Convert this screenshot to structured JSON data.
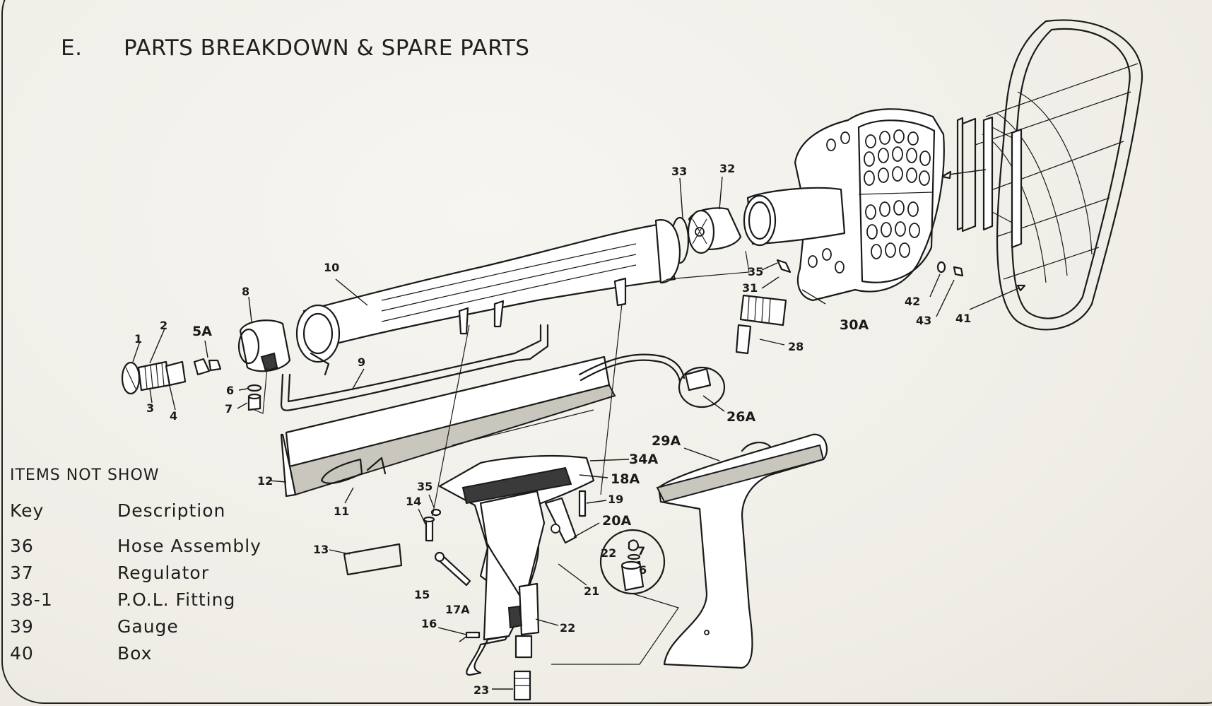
{
  "section": {
    "letter": "E.",
    "title": "PARTS BREAKDOWN & SPARE PARTS"
  },
  "callouts": {
    "c1": "1",
    "c2": "2",
    "c3": "3",
    "c4": "4",
    "c5A": "5A",
    "c6": "6",
    "c7": "7",
    "c8": "8",
    "c9": "9",
    "c10": "10",
    "c11": "11",
    "c12": "12",
    "c13": "13",
    "c14": "14",
    "c15": "15",
    "c16": "16",
    "c17A": "17A",
    "c18A": "18A",
    "c19": "19",
    "c20A": "20A",
    "c21": "21",
    "c22": "22",
    "c22b": "22",
    "c23": "23",
    "c26A": "26A",
    "c28": "28",
    "c29A": "29A",
    "c30A": "30A",
    "c31": "31",
    "c32": "32",
    "c33": "33",
    "c34A": "34A",
    "c35": "35",
    "c35b": "35",
    "c41": "41",
    "c42": "42",
    "c43": "43",
    "c6b": "6",
    "c7b": "7"
  },
  "legend": {
    "heading": "ITEMS NOT SHOW",
    "key_header": "Key",
    "desc_header": "Description",
    "items": [
      {
        "key": "36",
        "description": "Hose Assembly"
      },
      {
        "key": "37",
        "description": "Regulator"
      },
      {
        "key": "38-1",
        "description": "P.O.L. Fitting"
      },
      {
        "key": "39",
        "description": "Gauge"
      },
      {
        "key": "40",
        "description": "Box"
      }
    ]
  }
}
